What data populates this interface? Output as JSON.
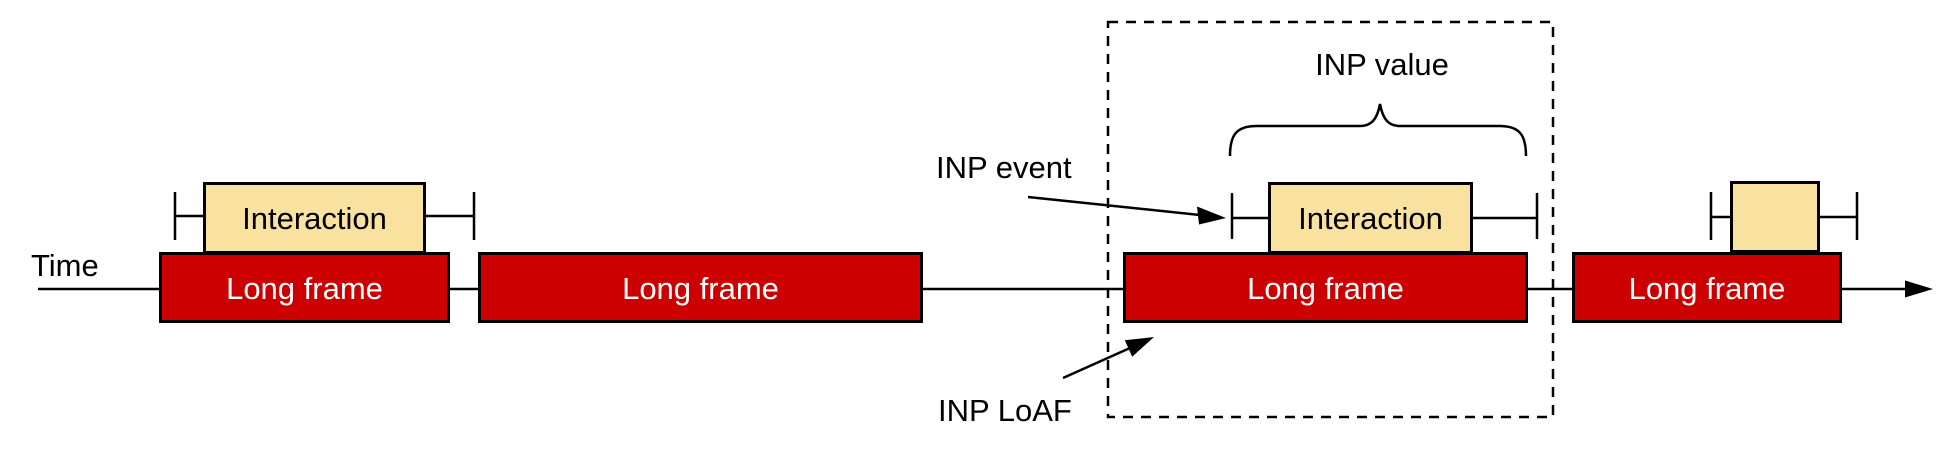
{
  "diagram": {
    "time_label": "Time",
    "frames": [
      {
        "label": "Long frame"
      },
      {
        "label": "Long frame"
      },
      {
        "label": "Long frame"
      },
      {
        "label": "Long frame"
      }
    ],
    "interactions": [
      {
        "label": "Interaction"
      },
      {
        "label": "Interaction"
      },
      {
        "label": ""
      }
    ],
    "annotations": {
      "inp_value": "INP value",
      "inp_event": "INP event",
      "inp_loaf": "INP LoAF"
    },
    "colors": {
      "long_frame_fill": "#cc0000",
      "long_frame_text": "#ffffff",
      "interaction_fill": "#f9e2a0",
      "line": "#000000",
      "background": "#ffffff"
    }
  }
}
